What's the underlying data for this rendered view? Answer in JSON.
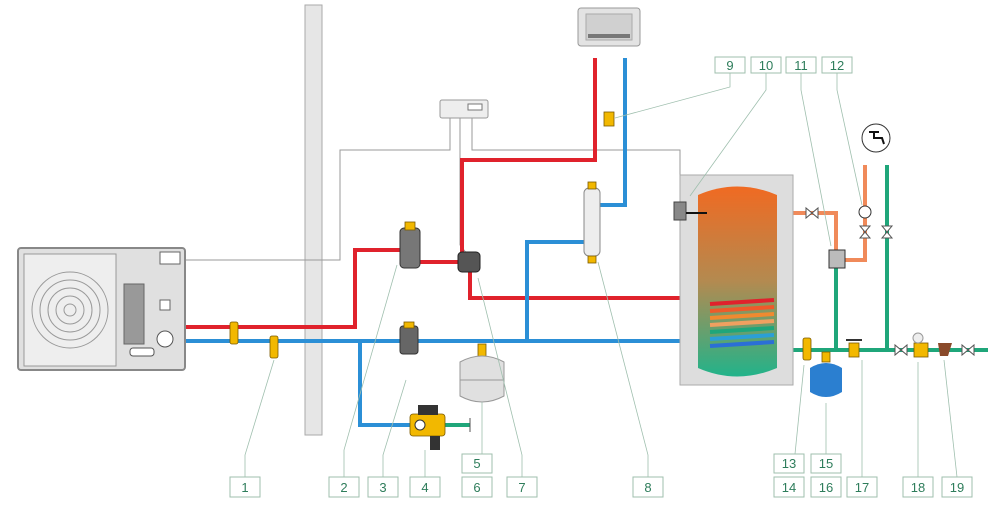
{
  "diagram": {
    "labels": {
      "l1": "1",
      "l2": "2",
      "l3": "3",
      "l4": "4",
      "l5": "5",
      "l6": "6",
      "l7": "7",
      "l8": "8",
      "l9": "9",
      "l10": "10",
      "l11": "11",
      "l12": "12",
      "l13": "13",
      "l14": "14",
      "l15": "15",
      "l16": "16",
      "l17": "17",
      "l18": "18",
      "l19": "19"
    },
    "colors": {
      "hot_flow": "#e0222c",
      "cold_return": "#2b8fd6",
      "cold_water": "#1fa67a",
      "hot_water": "#f08a5a",
      "label_text": "#2e7d5b"
    }
  }
}
